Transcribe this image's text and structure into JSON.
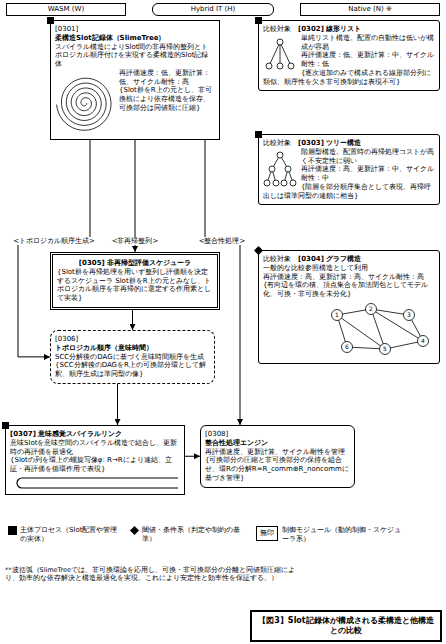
{
  "diagram": {
    "caption": "【図3】Slot記録体が構成される柔構造と他構造との比較",
    "nodes": [
      {
        "text": [
          "WASM (W)"
        ]
      },
      {
        "text": [
          "Hybrid IT (H)"
        ]
      },
      {
        "text": [
          "Native (N) ※"
        ]
      },
      {
        "text": [
          "[0301]",
          "柔構造Slot記録体（SlimeTree）",
          "スパイラル構造によりSlot間の非再帰的整列とトポロジカル順序付けを実現する柔構造的Slot記録体",
          "再評価速度：低、更新計算：低、サイクル耐性：高",
          "{Slot群をR上の元とし、非可換核により依存構造を保存、可換部分は同値類に圧縮}"
        ]
      },
      {
        "text": [
          "比較対象",
          "[0302] 線形リスト",
          "単純リスト構造。配置の自動性は低いが構成が容易",
          "再評価速度：低、更新計算：中、サイクル耐性：低",
          "{逐次追加のみで構成される線形部分列に類似、順序性を欠き非可換制約は表現不可}"
        ]
      },
      {
        "text": [
          "比較対象",
          "[0303] ツリー構造",
          "階層型構造。配置時の再帰処理コストが高く不安定性に弱い",
          "再評価速度：高、更新計算：中、サイクル耐性：中",
          "{階層を部分順序集合として表現、再帰呼出しは環準同型の連鎖に相当}"
        ]
      },
      {
        "text": [
          "比較対象",
          "[0304] グラフ構造",
          "一般的な比較参照構造として利用",
          "再評価速度：高、更新計算：高、サイクル耐性：高",
          "{有向辺を環の積、頂点集合を加法閉包としてモデル化、可換・非可換を未分化}"
        ]
      },
      {
        "text": [
          "[0305] 非再帰型評価スケジューラ",
          "{Slot群を再帰処理を用いず整列し評価順を決定するスケジューラ Slot群をR上の元とみなし、トポロジカル順序を非再帰的に選定する作用素として実装}"
        ]
      },
      {
        "text": [
          "[0306]",
          "トポロジカル順序（意味時間）",
          "SCC分解後のDAGに基づく意味時間順序を生成",
          "{SCC分解後のDAGをR上の可換部分環として解釈、順序生成は準同型の像}"
        ]
      },
      {
        "text": [
          "[0307] 意味感覚スパイラルリンク",
          "意味Slotを意味空間のスパイラル構造で結合し、更新時の再評価を最適化",
          "{Slotの列を環上の螺旋写像φ: R→Rにより連結、立証・再評価を循環作用で表現}"
        ]
      },
      {
        "text": [
          "[0308]",
          "整合性処理エンジン",
          "再評価速度、更新計算、サイクル耐性を管理",
          "{可換部分の圧縮と非可換部分の保持を組合せ、環Rの分解R=R_comm⊕R_noncommに基づき管理}"
        ]
      }
    ],
    "edges": [
      {
        "from": 3,
        "to": 7,
        "label": "<非再帰整列>",
        "arrow": "to"
      },
      {
        "from": 3,
        "to": 8,
        "label": "<トポロジカル順序生成>",
        "arrow": "to"
      },
      {
        "from": 3,
        "to": 10,
        "label": "<整合性処理>",
        "arrow": "to"
      },
      {
        "from": 7,
        "to": 8,
        "arrow": "to"
      },
      {
        "from": 8,
        "to": 9,
        "arrow": "to"
      },
      {
        "from": 9,
        "to": 10,
        "arrow": "to"
      }
    ],
    "labels": [
      "1",
      "2",
      "3",
      "4",
      "5",
      "6",
      "無印",
      "**波括弧（SlimeTreeでは、非可換環論を応用し、可換・非可換部分の分離と同値類圧縮により、効率的な依存解決と構造最適化を実現。これにより安定性と効率性を保証する。）"
    ],
    "legend": [
      {
        "text": "主体プロセス（Slot配置や管理の実体）"
      },
      {
        "text": "閾値・条件系（判定や制約の基準）"
      },
      {
        "text": "制御モジュール（動的制御・スケジューラ系）"
      }
    ]
  }
}
